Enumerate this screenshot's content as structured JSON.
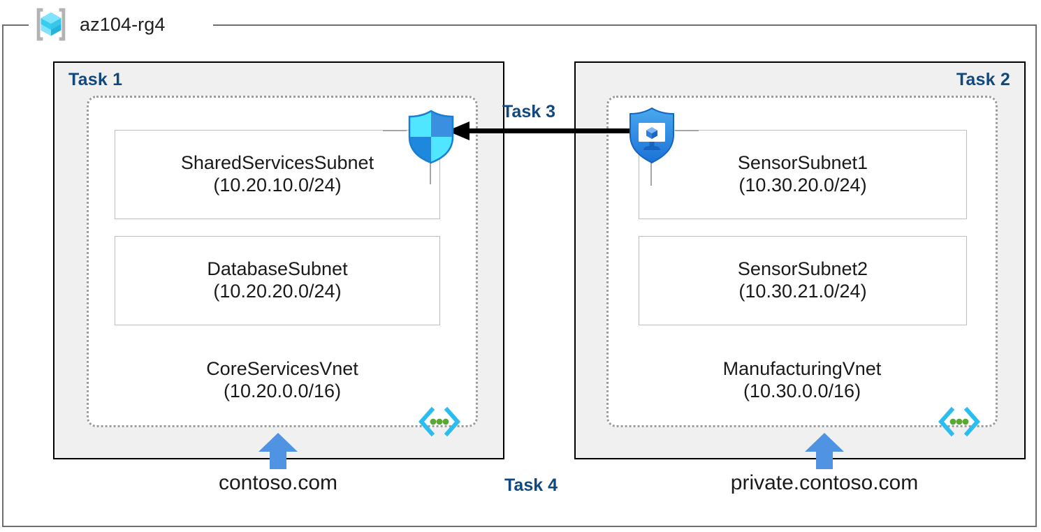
{
  "resource_group": {
    "name": "az104-rg4",
    "icon": "azure-resource-group-cube-icon"
  },
  "panels": [
    {
      "id": "task1",
      "label": "Task 1",
      "label_align": "left",
      "vnet": {
        "name": "CoreServicesVnet",
        "cidr": "(10.20.0.0/16)",
        "icon": "virtual-network-icon",
        "subnets": [
          {
            "name": "SharedServicesSubnet",
            "cidr": "(10.20.10.0/24)"
          },
          {
            "name": "DatabaseSubnet",
            "cidr": "(10.20.20.0/24)"
          }
        ]
      },
      "dns_zone": "contoso.com"
    },
    {
      "id": "task2",
      "label": "Task 2",
      "label_align": "right",
      "vnet": {
        "name": "ManufacturingVnet",
        "cidr": "(10.30.0.0/16)",
        "icon": "virtual-network-icon",
        "subnets": [
          {
            "name": "SensorSubnet1",
            "cidr": "(10.30.20.0/24)"
          },
          {
            "name": "SensorSubnet2",
            "cidr": "(10.30.21.0/24)"
          }
        ]
      },
      "dns_zone": "private.contoso.com"
    }
  ],
  "connections": {
    "peering": {
      "label": "Task 3",
      "direction": "right-to-left",
      "color": "#000000"
    },
    "dns": {
      "label": "Task 4",
      "arrow_color": "#5193e3"
    }
  },
  "icons": {
    "nsg": "network-security-group-shield-icon",
    "endpoint": "security-endpoint-shield-monitor-icon"
  },
  "colors": {
    "task_label": "#11497e",
    "panel_fill": "#f0f0f0",
    "panel_border": "#000000",
    "vnet_border": "#9c9c9c",
    "subnet_border": "#bfbfbf",
    "rg_border": "#6e6e6e",
    "dns_arrow": "#5193e3",
    "text": "#1a1a1a"
  }
}
